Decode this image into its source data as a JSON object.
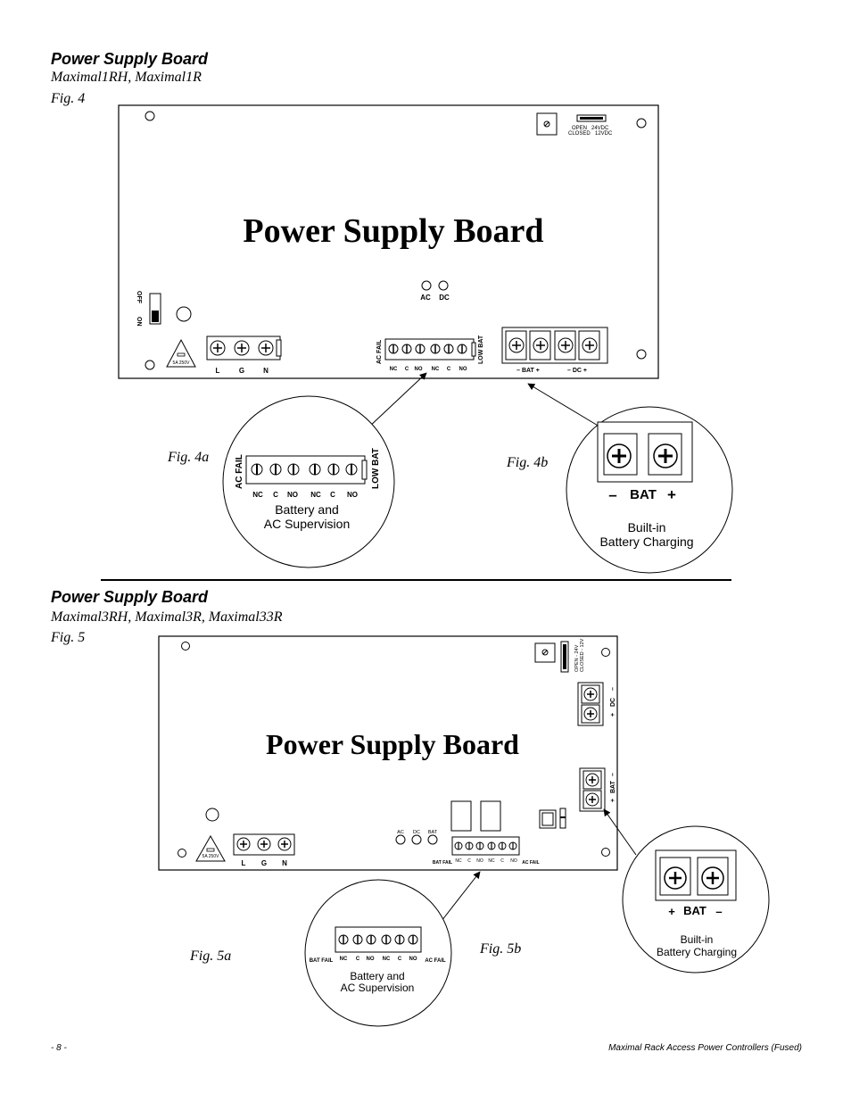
{
  "section1": {
    "title": "Power Supply Board",
    "models": "Maximal1RH, Maximal1R",
    "fig_label": "Fig. 4",
    "board_title": "Power Supply Board",
    "jumper": {
      "open_label": "OPEN",
      "v24": "24VDC",
      "closed_label": "CLOSED",
      "v12": "12VDC"
    },
    "switch_labels": {
      "off": "OFF",
      "on": "ON"
    },
    "fuse_label": "5A 250V",
    "ac_terminals": [
      "L",
      "G",
      "N"
    ],
    "leds": [
      "AC",
      "DC"
    ],
    "relay_block": {
      "left": "AC FAIL",
      "right": "LOW BAT",
      "pins": [
        "NC",
        "C",
        "NO",
        "NC",
        "C",
        "NO"
      ]
    },
    "power_terminals": {
      "bat": "– BAT +",
      "dc": "– DC +"
    },
    "fig_a": {
      "label": "Fig. 4a",
      "left": "AC FAIL",
      "right": "LOW BAT",
      "pins": [
        "NC",
        "C",
        "NO",
        "NC",
        "C",
        "NO"
      ],
      "caption1": "Battery and",
      "caption2": "AC Supervision"
    },
    "fig_b": {
      "label": "Fig. 4b",
      "minus": "–",
      "bat": "BAT",
      "plus": "+",
      "caption1": "Built-in",
      "caption2": "Battery Charging"
    }
  },
  "section2": {
    "title": "Power Supply Board",
    "models": "Maximal3RH, Maximal3R, Maximal33R",
    "fig_label": "Fig. 5",
    "board_title": "Power Supply Board",
    "jumper": {
      "line1": "OPEN - 24V",
      "line2": "CLOSED - 12V"
    },
    "dc_terminal": {
      "plus": "+",
      "name": "DC",
      "minus": "–"
    },
    "bat_terminal": {
      "plus": "+",
      "name": "BAT",
      "minus": "–"
    },
    "fuse_label": "5A 250V",
    "ac_terminals": [
      "L",
      "G",
      "N"
    ],
    "leds": [
      "AC",
      "DC",
      "BAT"
    ],
    "relay_block": {
      "left": "BAT FAIL",
      "right": "AC FAIL",
      "pins": [
        "NC",
        "C",
        "NO",
        "NC",
        "C",
        "NO"
      ]
    },
    "fig_a": {
      "label": "Fig. 5a",
      "left": "BAT FAIL",
      "right": "AC FAIL",
      "pins": [
        "NC",
        "C",
        "NO",
        "NC",
        "C",
        "NO"
      ],
      "caption1": "Battery and",
      "caption2": "AC Supervision"
    },
    "fig_b": {
      "label": "Fig. 5b",
      "plus": "+",
      "bat": "BAT",
      "minus": "–",
      "caption1": "Built-in",
      "caption2": "Battery Charging"
    }
  },
  "footer": {
    "page": "- 8 -",
    "doc": "Maximal Rack Access Power Controllers (Fused)"
  }
}
